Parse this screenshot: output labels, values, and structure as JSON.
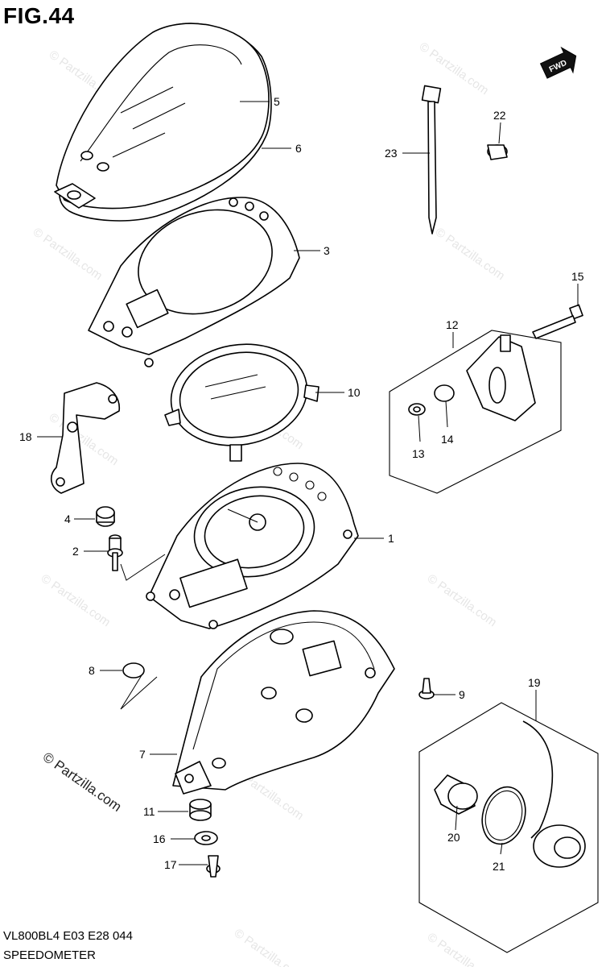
{
  "figure": {
    "title": "FIG.44",
    "footer_code": "VL800BL4  E03  E28  044",
    "footer_name": "SPEEDOMETER"
  },
  "direction_badge": {
    "label": "FWD",
    "icon": "forward-arrow-icon"
  },
  "watermark": {
    "text": "© Partzilla.com",
    "faint_text": "© Partzilla.com"
  },
  "callouts": [
    {
      "id": "5",
      "label": "5"
    },
    {
      "id": "6",
      "label": "6"
    },
    {
      "id": "3",
      "label": "3"
    },
    {
      "id": "10",
      "label": "10"
    },
    {
      "id": "1",
      "label": "1"
    },
    {
      "id": "18",
      "label": "18"
    },
    {
      "id": "4",
      "label": "4"
    },
    {
      "id": "2",
      "label": "2"
    },
    {
      "id": "8",
      "label": "8"
    },
    {
      "id": "7",
      "label": "7"
    },
    {
      "id": "9",
      "label": "9"
    },
    {
      "id": "11",
      "label": "11"
    },
    {
      "id": "16",
      "label": "16"
    },
    {
      "id": "17",
      "label": "17"
    },
    {
      "id": "23",
      "label": "23"
    },
    {
      "id": "22",
      "label": "22"
    },
    {
      "id": "15",
      "label": "15"
    },
    {
      "id": "12",
      "label": "12"
    },
    {
      "id": "13",
      "label": "13"
    },
    {
      "id": "14",
      "label": "14"
    },
    {
      "id": "19",
      "label": "19"
    },
    {
      "id": "20",
      "label": "20"
    },
    {
      "id": "21",
      "label": "21"
    }
  ]
}
